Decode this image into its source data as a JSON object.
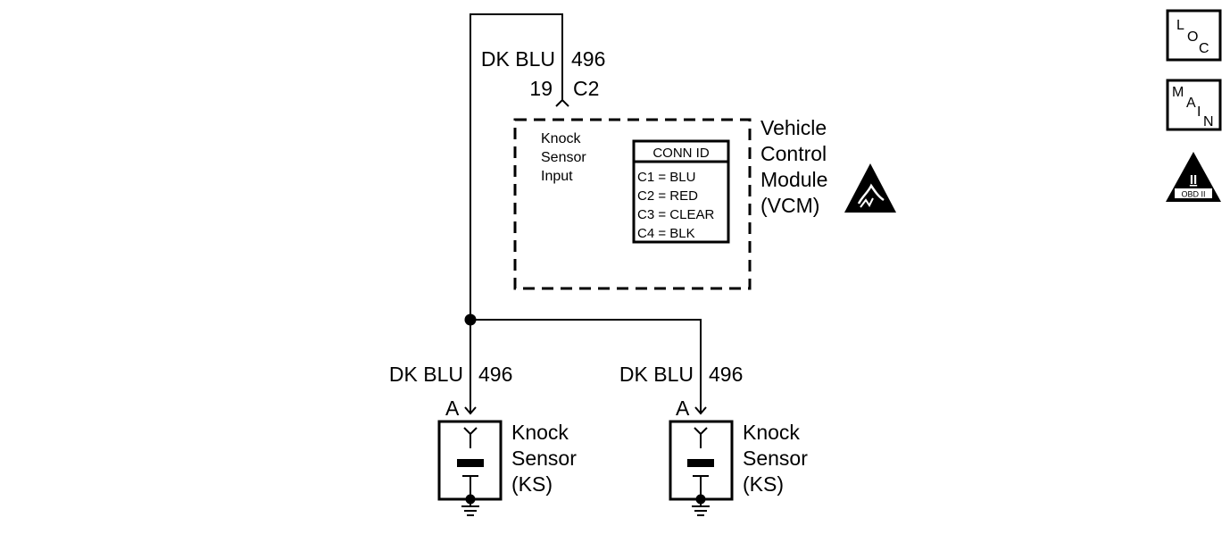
{
  "circuit": {
    "top_wire": {
      "color": "DK BLU",
      "circuit_number": "496",
      "pin": "19",
      "connector": "C2"
    },
    "vcm": {
      "name_lines": [
        "Vehicle",
        "Control",
        "Module",
        "(VCM)"
      ],
      "input_label_lines": [
        "Knock",
        "Sensor",
        "Input"
      ],
      "conn_id": {
        "header": "CONN ID",
        "rows": [
          "C1 = BLU",
          "C2 = RED",
          "C3 = CLEAR",
          "C4 = BLK"
        ]
      }
    },
    "branches": [
      {
        "color": "DK BLU",
        "circuit_number": "496",
        "terminal": "A",
        "sensor_lines": [
          "Knock",
          "Sensor",
          "(KS)"
        ]
      },
      {
        "color": "DK BLU",
        "circuit_number": "496",
        "terminal": "A",
        "sensor_lines": [
          "Knock",
          "Sensor",
          "(KS)"
        ]
      }
    ]
  },
  "side_icons": {
    "loc": {
      "letters": [
        "L",
        "O",
        "C"
      ],
      "icon": "loc-icon"
    },
    "main": {
      "letters": [
        "M",
        "A",
        "I",
        "N"
      ],
      "icon": "main-icon"
    },
    "obd": {
      "numeral": "II",
      "label": "OBD II",
      "icon": "obd-ii-icon"
    }
  },
  "esd_icon": "esd-warning-icon"
}
